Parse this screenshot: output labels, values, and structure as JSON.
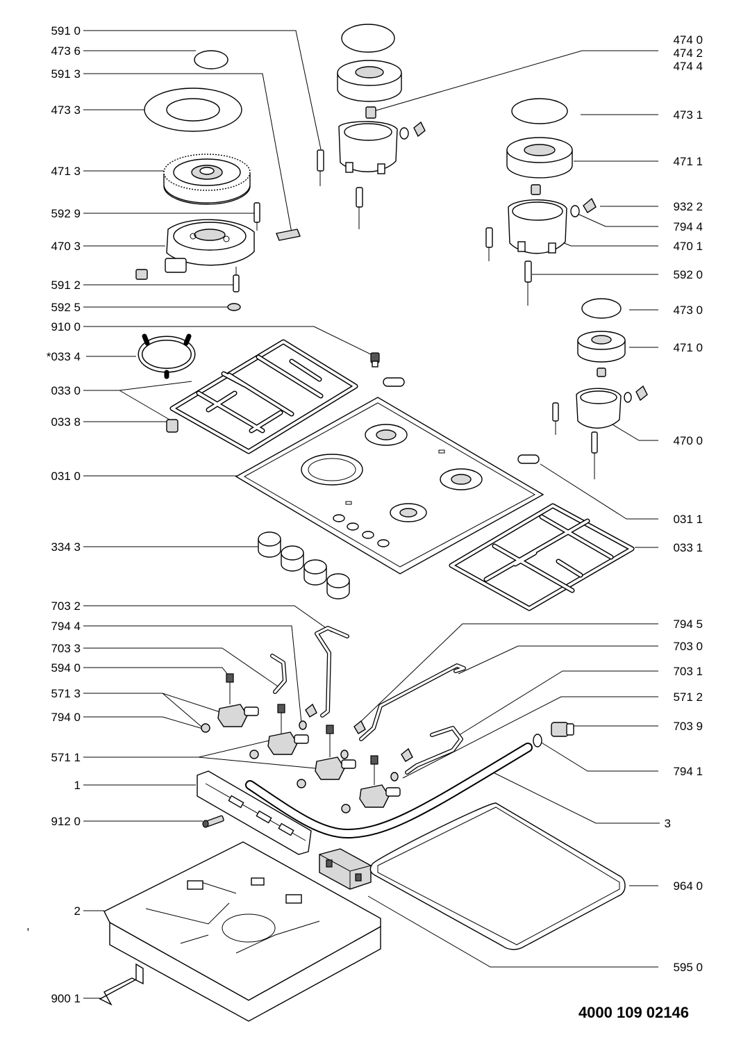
{
  "labels_left": [
    "591 0",
    "473 6",
    "591 3",
    "473 3",
    "471 3",
    "592 9",
    "470 3",
    "591 2",
    "592 5",
    "910 0",
    "*033 4",
    "033 0",
    "033 8",
    "031 0",
    "334 3",
    "703 2",
    "794 4",
    "703 3",
    "594 0",
    "571 3",
    "794 0",
    "571 1",
    "1",
    "912 0",
    "2",
    "900 1"
  ],
  "labels_right": [
    "474 0",
    "474 2",
    "474 4",
    "473 1",
    "471 1",
    "932 2",
    "794 4",
    "470 1",
    "592 0",
    "473 0",
    "471 0",
    "470 0",
    "031 1",
    "033 1",
    "794 5",
    "703 0",
    "703 1",
    "571 2",
    "703 9",
    "794 1",
    "3",
    "964 0",
    "595 0"
  ],
  "document_number": "4000 109 02146",
  "stray_mark": ","
}
